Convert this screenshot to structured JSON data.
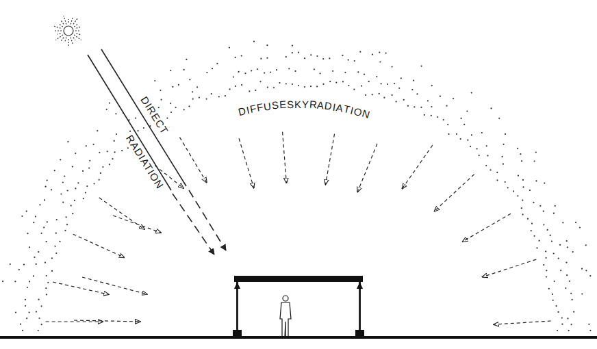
{
  "diagram": {
    "labels": [
      "DIFFUSE SKY RADIATION",
      "DIRECT",
      "RADIATION"
    ]
  }
}
